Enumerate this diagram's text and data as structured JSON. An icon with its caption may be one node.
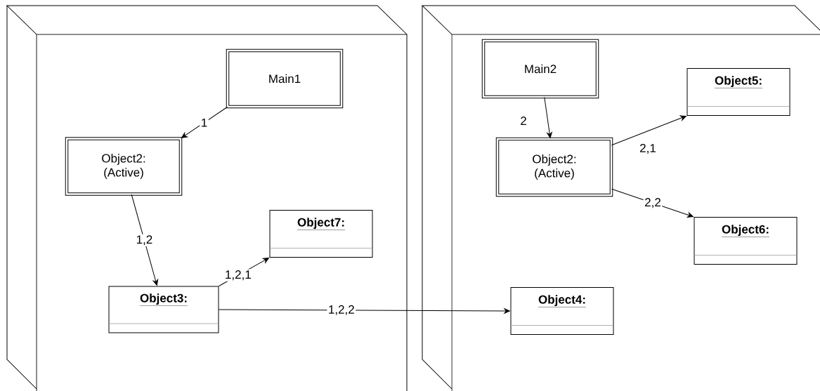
{
  "diagram": {
    "nodes": [
      {
        "text": [],
        "shape": "box"
      },
      {
        "text": [
          "Main1"
        ],
        "in": 0
      },
      {
        "text": [
          "Object2: (Active)"
        ],
        "in": 0
      },
      {
        "text": [
          "Object7:"
        ],
        "in": 0
      },
      {
        "text": [
          "Object3:"
        ],
        "in": 0
      },
      {
        "text": [],
        "shape": "box"
      },
      {
        "text": [
          "Main2"
        ],
        "in": 5
      },
      {
        "text": [
          "Object2: (Active)"
        ],
        "in": 5
      },
      {
        "text": [
          "Object5:"
        ],
        "in": 5
      },
      {
        "text": [
          "Object6:"
        ],
        "in": 5
      },
      {
        "text": [
          "Object4:"
        ],
        "in": 5
      }
    ],
    "edges": [
      {
        "from": 1,
        "to": 2,
        "arrow": "to",
        "label": "1"
      },
      {
        "from": 2,
        "to": 4,
        "arrow": "to",
        "label": "1,2"
      },
      {
        "from": 4,
        "to": 3,
        "arrow": "to",
        "label": "1,2,1"
      },
      {
        "from": 4,
        "to": 10,
        "arrow": "to",
        "label": "1,2,2"
      },
      {
        "from": 6,
        "to": 7,
        "arrow": "to",
        "label": "2"
      },
      {
        "from": 7,
        "to": 8,
        "arrow": "to",
        "label": "2,1"
      },
      {
        "from": 7,
        "to": 9,
        "arrow": "to",
        "label": "2,2"
      }
    ]
  }
}
